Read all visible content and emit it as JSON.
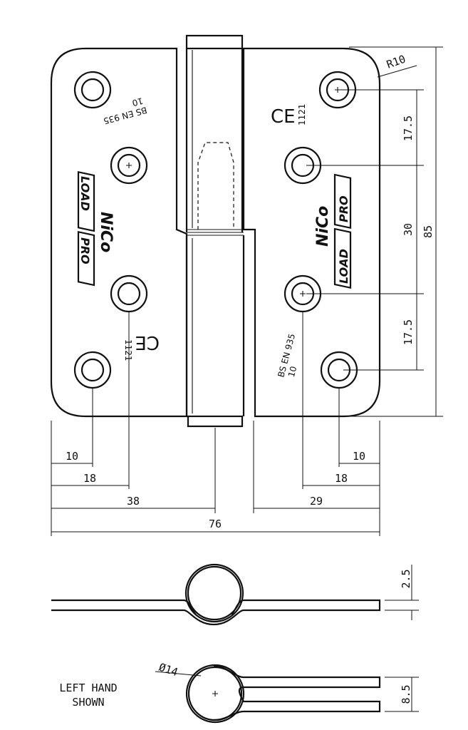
{
  "dimensions": {
    "radius": "R10",
    "h_17_5_top": "17.5",
    "h_30": "30",
    "h_85": "85",
    "h_17_5_bottom": "17.5",
    "w_10_left": "10",
    "w_18_left": "18",
    "w_38": "38",
    "w_10_right": "10",
    "w_18_right": "18",
    "w_29": "29",
    "w_76": "76",
    "thickness": "2.5",
    "diameter": "Ø14",
    "gap": "8.5"
  },
  "markings": {
    "standard_bs": "BS",
    "standard_en": "EN 935",
    "grade": "10",
    "ce_mark": "CE",
    "notified_body": "1121"
  },
  "logo": {
    "brand": "NiCo",
    "load": "LOAD",
    "pro": "PRO"
  },
  "note": {
    "line1": "LEFT HAND",
    "line2": "SHOWN"
  }
}
